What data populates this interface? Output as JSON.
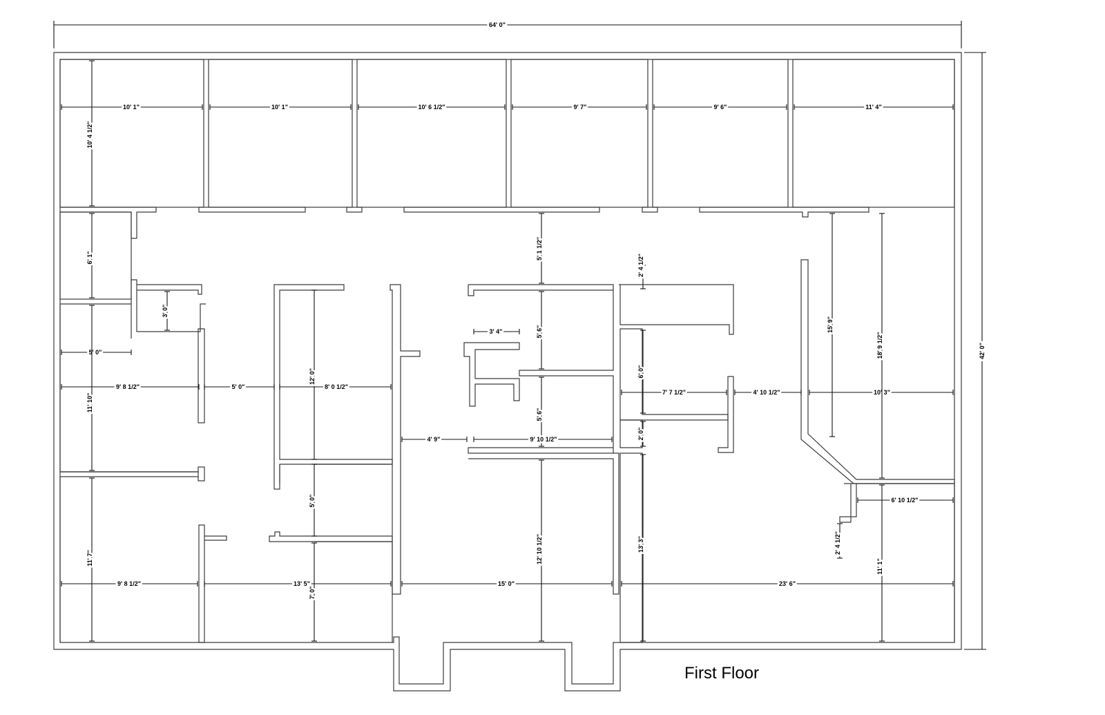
{
  "floor_title": "First Floor",
  "overall": {
    "width": "64' 0\"",
    "height": "42' 0\""
  },
  "dimensions": {
    "top_room_1_width": "10' 1\"",
    "top_room_1_depth": "10' 4 1/2\"",
    "top_room_2_width": "10' 1\"",
    "top_room_3_width": "10' 6 1/2\"",
    "top_room_4_width": "9' 7\"",
    "top_room_5_width": "9' 6\"",
    "top_room_6_width": "11' 4\"",
    "left_closet_depth": "6' 1\"",
    "small_closet": "3' 0\"",
    "left_room_a": "5' 0\"",
    "left_room_b_width": "9' 8 1/2\"",
    "left_room_b_depth": "11' 10\"",
    "hall_left": "5' 0\"",
    "mid_room_depth": "12' 0\"",
    "mid_room_width": "8' 0 1/2\"",
    "mid_small": "5' 0\"",
    "bottom_left_depth": "11' 7\"",
    "bottom_left_width": "9' 8 1/2\"",
    "bottom_mid_width": "13' 5\"",
    "bottom_mid_depth": "7' 0\"",
    "corridor_depth": "5' 1 1/2\"",
    "stair_width": "3' 4\"",
    "stair_room_a": "5' 6\"",
    "stair_room_b": "5' 6\"",
    "hall_mid": "4' 9\"",
    "center_room_width": "9' 10 1/2\"",
    "center_bottom_depth": "12' 10 1/2\"",
    "bottom_center_width": "15' 0\"",
    "right_small_a": "2' 4 1/2\"",
    "right_room_depth": "6' 0\"",
    "right_room_width": "7' 7 1/2\"",
    "right_small_b": "2' 0\"",
    "right_bottom_depth": "13' 3\"",
    "hall_right": "4' 10 1/2\"",
    "right_big_width": "10' 3\"",
    "right_big_depth_a": "15' 9\"",
    "right_big_depth_b": "18' 9 1/2\"",
    "right_lower_width": "6' 10 1/2\"",
    "right_lower_small": "2' 4 1/2\"",
    "right_lower_depth": "11' 1\"",
    "bottom_right_width": "23' 6\""
  }
}
